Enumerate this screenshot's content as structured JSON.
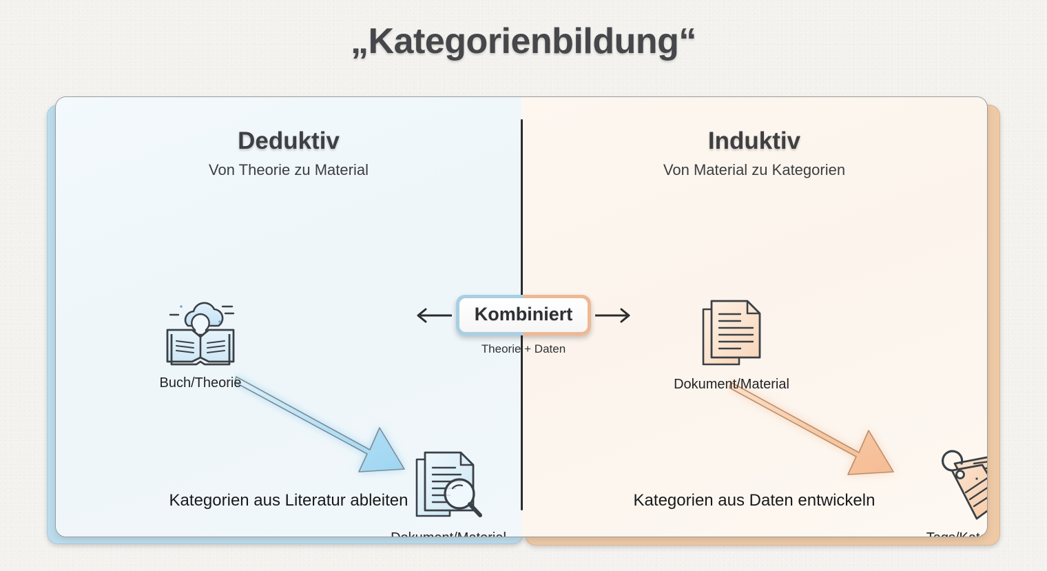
{
  "page": {
    "title": "„Kategorienbildung“",
    "background_color": "#f3f2ef"
  },
  "panels": {
    "left": {
      "id": "deduktiv",
      "heading": "Deduktiv",
      "subheading": "Von Theorie zu Material",
      "accent_color": "#bcdcec",
      "surface_color": "#eef6fa",
      "arrow_icon": "down-right-arrow-blue",
      "nodes": [
        {
          "icon": "book-lightbulb-icon",
          "label": "Buch/Theorie"
        },
        {
          "icon": "document-magnifier-icon",
          "label": "Dokument/Material"
        }
      ],
      "caption": "Kategorien aus Literatur ableiten"
    },
    "right": {
      "id": "induktiv",
      "heading": "Induktiv",
      "subheading": "Von Material zu Kategorien",
      "accent_color": "#eec9a6",
      "surface_color": "#fcf4ec",
      "arrow_icon": "down-right-arrow-orange",
      "nodes": [
        {
          "icon": "document-icon",
          "label": "Dokument/Material"
        },
        {
          "icon": "tags-icon",
          "label": "Tags/Kategorien"
        }
      ],
      "caption": "Kategorien aus Daten entwickeln"
    }
  },
  "center": {
    "badge_label": "Kombiniert",
    "caption": "Theorie + Daten",
    "left_arrow_icon": "arrow-left-icon",
    "right_arrow_icon": "arrow-right-icon",
    "border_left_color": "#a9cfe3",
    "border_right_color": "#eeb894"
  }
}
